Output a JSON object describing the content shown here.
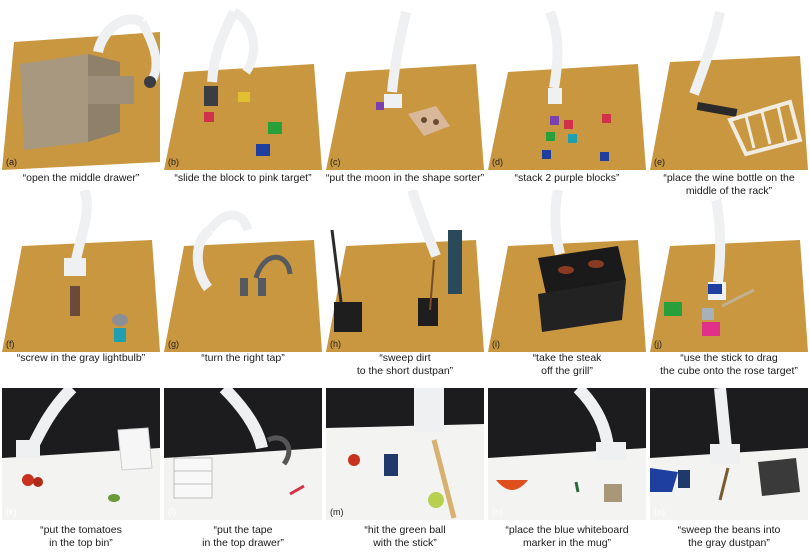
{
  "panels": [
    {
      "label": "(a)",
      "caption": "“open the middle drawer”"
    },
    {
      "label": "(b)",
      "caption": "“slide the block to pink target”"
    },
    {
      "label": "(c)",
      "caption": "“put the moon in the shape sorter”"
    },
    {
      "label": "(d)",
      "caption": "“stack 2 purple blocks”"
    },
    {
      "label": "(e)",
      "caption": "“place the wine bottle on the\nmiddle of the rack”"
    },
    {
      "label": "(f)",
      "caption": "“screw in the gray lightbulb”"
    },
    {
      "label": "(g)",
      "caption": "“turn the right tap”"
    },
    {
      "label": "(h)",
      "caption": "“sweep dirt\nto the short dustpan”"
    },
    {
      "label": "(i)",
      "caption": "“take the steak\noff the grill”"
    },
    {
      "label": "(j)",
      "caption": "“use the stick to drag\nthe cube onto the rose target”"
    },
    {
      "label": "(k)",
      "caption": "“put the tomatoes\nin the top bin”"
    },
    {
      "label": "(l)",
      "caption": "“put the tape\nin the top drawer”"
    },
    {
      "label": "(m)",
      "caption": "“hit the green ball\nwith the stick”"
    },
    {
      "label": "(n)",
      "caption": "“place the blue whiteboard\nmarker in the mug”"
    },
    {
      "label": "(o)",
      "caption": "“sweep the beans into\nthe gray dustpan”"
    }
  ],
  "colors": {
    "wood": "#c9973f",
    "wood_dark": "#a9752b",
    "robot_white": "#eef0f2",
    "robot_dark": "#3a3d42",
    "real_bg": "#1c1c1e",
    "real_table": "#f3f3f1"
  }
}
